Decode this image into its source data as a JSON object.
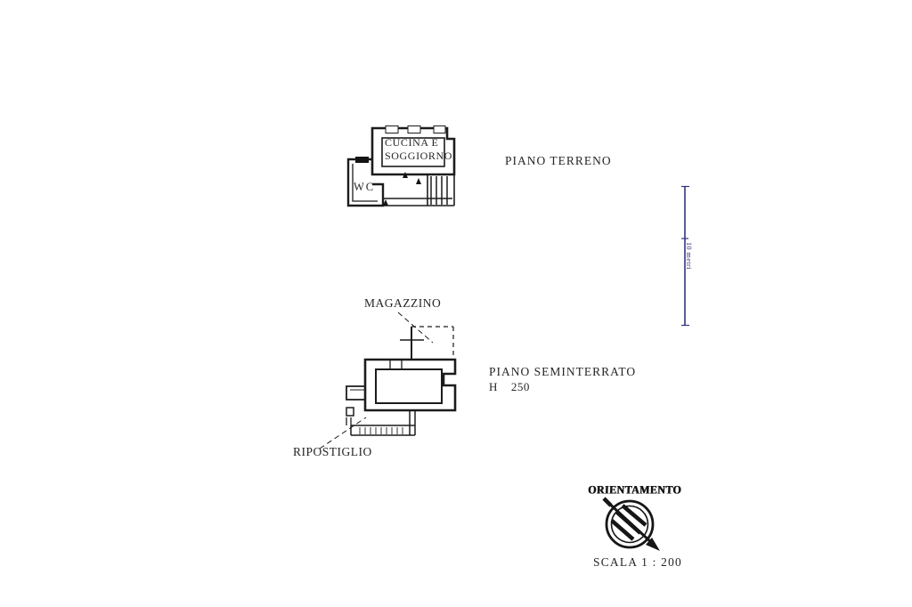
{
  "document": {
    "background": "#ffffff",
    "ink_color": "#1c1c1c",
    "annotation_color": "#2e2e7a"
  },
  "ground_floor": {
    "title": "PIANO TERRENO",
    "main_room_label_line1": "CUCINA E",
    "main_room_label_line2": "SOGGIORNO",
    "wc_label": "WC"
  },
  "basement_floor": {
    "title": "PIANO SEMINTERRATO",
    "height_label": "H    250",
    "storage_label": "MAGAZZINO",
    "closet_label": "RIPOSTIGLIO"
  },
  "scale_bar": {
    "length_label": "10 metri"
  },
  "footer": {
    "orientation_label": "ORIENTAMENTO",
    "scale_label": "SCALA 1 : 200"
  }
}
